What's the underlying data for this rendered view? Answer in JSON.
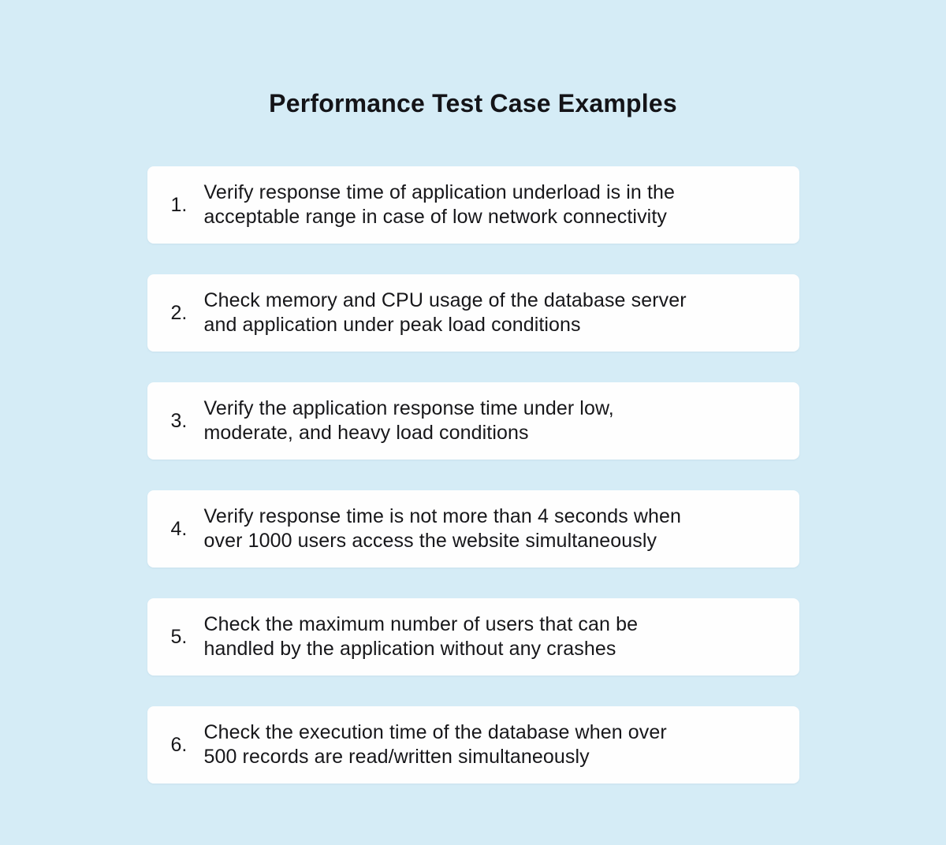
{
  "page": {
    "title": "Performance Test Case Examples"
  },
  "colors": {
    "background": "#d5ecf6",
    "card": "#fefefe",
    "text": "#17171a"
  },
  "test_cases": [
    {
      "number": "1.",
      "lines": [
        "Verify response time of application underload is in the",
        "acceptable range in case of low network connectivity"
      ]
    },
    {
      "number": "2.",
      "lines": [
        "Check memory and CPU usage of the database server",
        "and application under peak load conditions"
      ]
    },
    {
      "number": "3.",
      "lines": [
        "Verify the application response time under low,",
        "moderate, and heavy load conditions"
      ]
    },
    {
      "number": "4.",
      "lines": [
        "Verify response time is not more than 4 seconds when",
        "over 1000 users access the website simultaneously"
      ]
    },
    {
      "number": "5.",
      "lines": [
        "Check the maximum number of users that can be",
        "handled by the application without any crashes"
      ]
    },
    {
      "number": "6.",
      "lines": [
        "Check the execution time of the database when over",
        "500 records are read/written simultaneously"
      ]
    }
  ]
}
